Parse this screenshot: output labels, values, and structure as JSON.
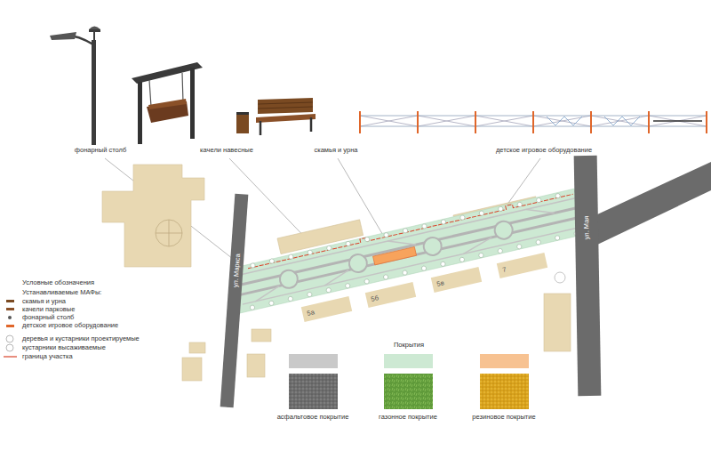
{
  "diagram": {
    "nodes": [
      {
        "text": [
          "ул. Маркса"
        ]
      },
      {
        "text": [
          "ул. Мая"
        ]
      },
      {
        "text": [
          "5а"
        ]
      },
      {
        "text": [
          "5б"
        ]
      },
      {
        "text": [
          "5в"
        ]
      },
      {
        "text": [
          "7"
        ]
      }
    ],
    "labels": [
      "фонарный столб",
      "качели навесные",
      "скамья и урна",
      "детское игровое оборудование",
      "Условные обозначения",
      "Устанавливаемые МАФы:",
      "Покрытия"
    ],
    "legend": [
      {
        "text": "скамья и урна"
      },
      {
        "text": "качели парковые"
      },
      {
        "text": "фонарный столб"
      },
      {
        "text": "детское игровое оборудование"
      },
      {
        "text": "деревья и кустарники проектируемые"
      },
      {
        "text": "кустарники высаживаемые"
      },
      {
        "text": "граница участка"
      },
      {
        "text": "асфальтовое покрытие",
        "color": "#c9c9c9"
      },
      {
        "text": "газонное покрытие",
        "color": "#cde9d3"
      },
      {
        "text": "резиновое покрытие",
        "color": "#f7c291"
      }
    ]
  }
}
